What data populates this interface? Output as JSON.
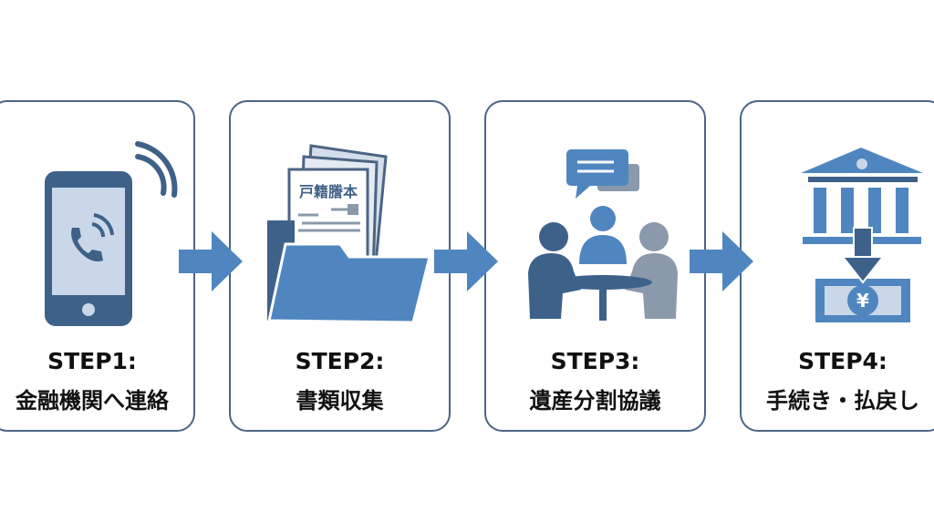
{
  "steps": [
    {
      "title": "STEP1:",
      "label": "金融機関へ連絡",
      "icon": "smartphone-call-icon"
    },
    {
      "title": "STEP2:",
      "label": "書類収集",
      "icon": "document-folder-icon",
      "doc_title": "戸籍謄本"
    },
    {
      "title": "STEP3:",
      "label": "遺産分割協議",
      "icon": "meeting-icon"
    },
    {
      "title": "STEP4:",
      "label": "手続き・払戻し",
      "icon": "bank-withdrawal-icon",
      "currency": "¥"
    }
  ],
  "colors": {
    "primary": "#4f86c0",
    "dark": "#3e6189",
    "border": "#4b6584",
    "light": "#c9d7e8"
  }
}
